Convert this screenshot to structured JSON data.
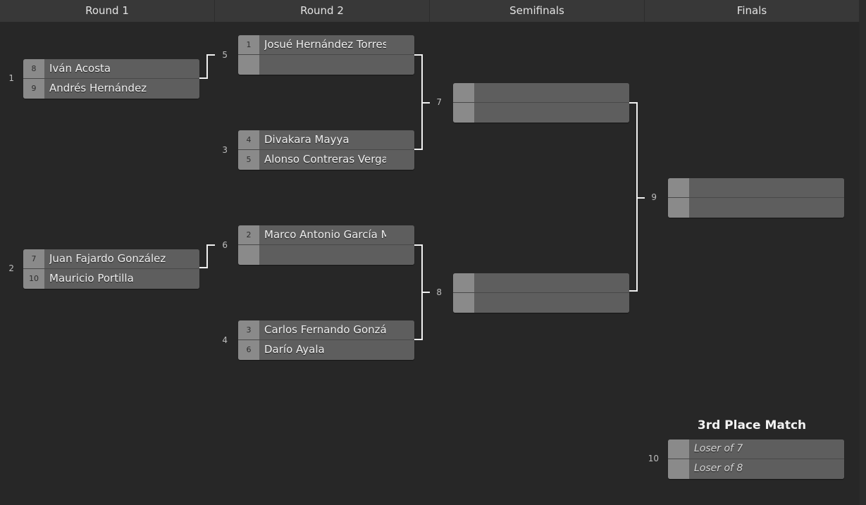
{
  "header": {
    "rounds": [
      "Round 1",
      "Round 2",
      "Semifinals",
      "Finals"
    ]
  },
  "matches": {
    "m1": {
      "number": "1",
      "top": {
        "seed": "8",
        "name": "Iván Acosta"
      },
      "bottom": {
        "seed": "9",
        "name": "Andrés Hernández"
      }
    },
    "m2": {
      "number": "2",
      "top": {
        "seed": "7",
        "name": "Juan Fajardo González"
      },
      "bottom": {
        "seed": "10",
        "name": "Mauricio Portilla"
      }
    },
    "m5": {
      "number": "5",
      "top": {
        "seed": "1",
        "name": "Josué Hernández Torres"
      },
      "bottom": {
        "seed": "",
        "name": ""
      }
    },
    "m3": {
      "number": "3",
      "top": {
        "seed": "4",
        "name": "Divakara Mayya"
      },
      "bottom": {
        "seed": "5",
        "name": "Alonso Contreras Vergara"
      }
    },
    "m6": {
      "number": "6",
      "top": {
        "seed": "2",
        "name": "Marco Antonio García Martínez"
      },
      "bottom": {
        "seed": "",
        "name": ""
      }
    },
    "m4": {
      "number": "4",
      "top": {
        "seed": "3",
        "name": "Carlos Fernando González"
      },
      "bottom": {
        "seed": "6",
        "name": "Darío Ayala"
      }
    },
    "m7": {
      "number": "7",
      "top": {
        "seed": "",
        "name": ""
      },
      "bottom": {
        "seed": "",
        "name": ""
      }
    },
    "m8": {
      "number": "8",
      "top": {
        "seed": "",
        "name": ""
      },
      "bottom": {
        "seed": "",
        "name": ""
      }
    },
    "m9": {
      "number": "9",
      "top": {
        "seed": "",
        "name": ""
      },
      "bottom": {
        "seed": "",
        "name": ""
      }
    },
    "m10": {
      "number": "10",
      "top": {
        "seed": "",
        "name": "Loser of 7"
      },
      "bottom": {
        "seed": "",
        "name": "Loser of 8"
      }
    }
  },
  "third_place": {
    "title": "3rd Place Match"
  },
  "colors": {
    "background": "#272727",
    "header": "#383838",
    "slot": "#5e5e5e",
    "seed_box": "#8a8a8a",
    "connector": "#f0f0f0"
  }
}
